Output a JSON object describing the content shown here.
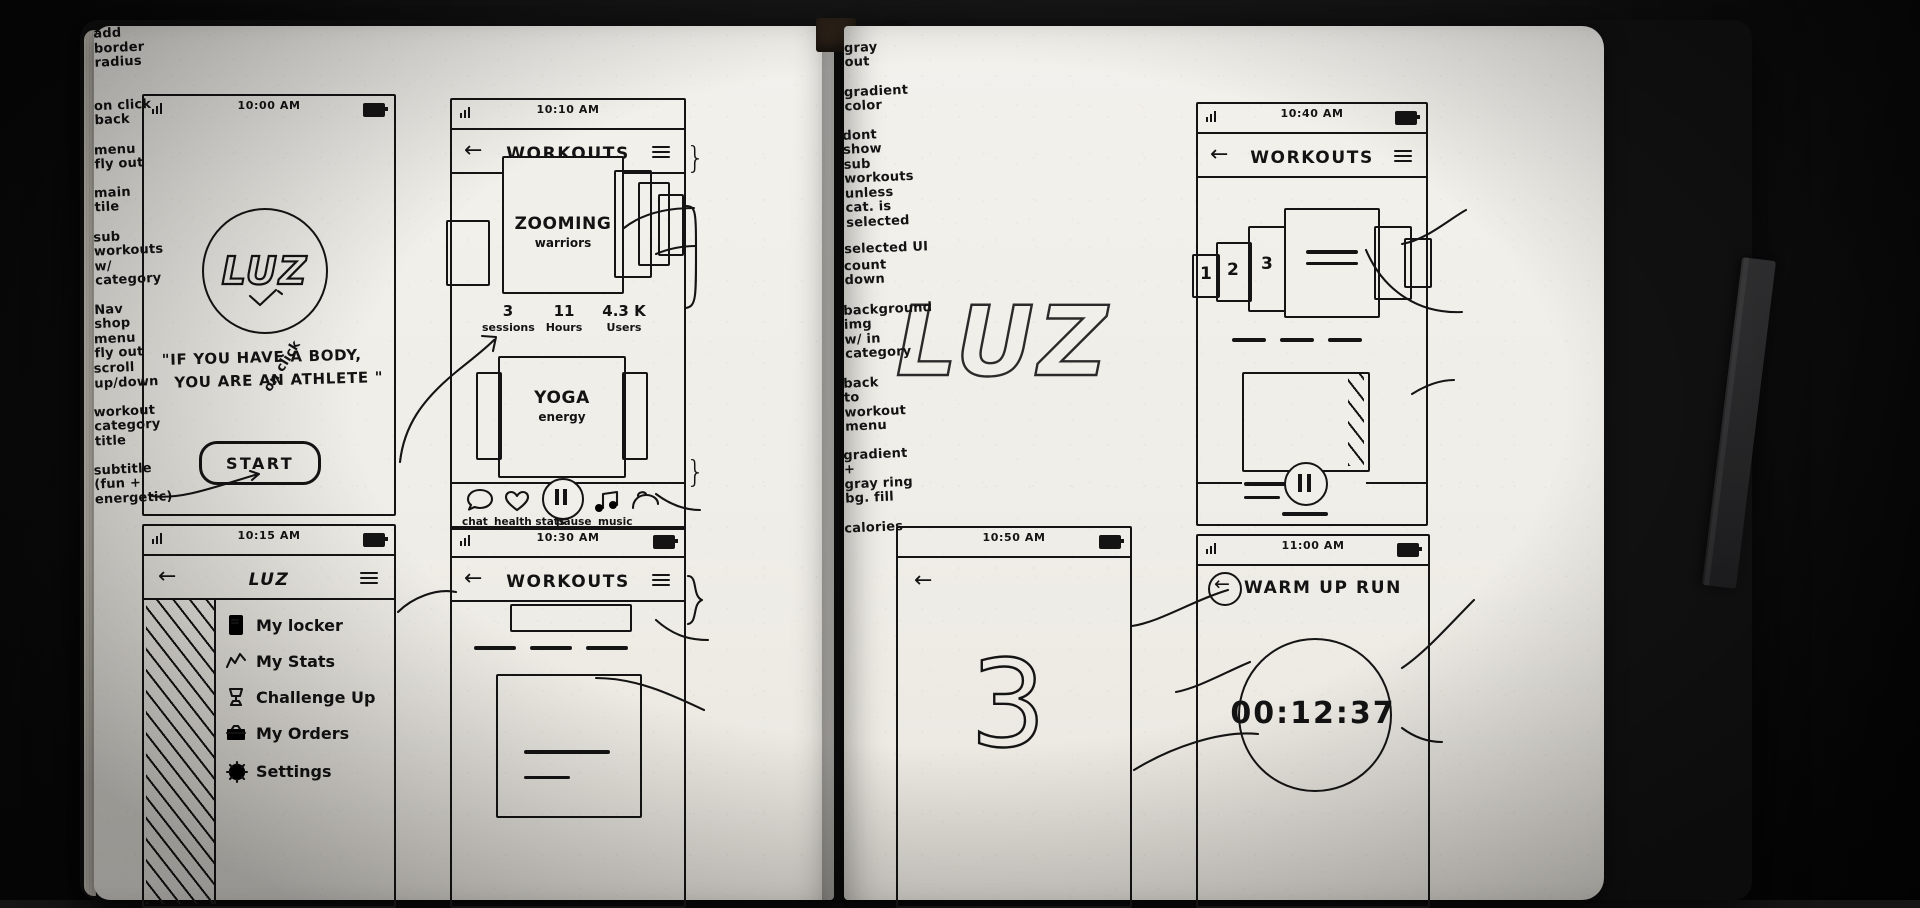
{
  "doc": {
    "title": "LUZ fitness app hand-drawn wireframe sketchbook spread",
    "brand": "LUZ",
    "ink_color": "#141414",
    "paper_color": "#f1efe9"
  },
  "center_logo": {
    "text": "LUZ"
  },
  "screens": [
    {
      "id": "splash",
      "status": {
        "time": "10:00 AM",
        "signal": "signal-bars-icon",
        "battery": "battery-icon"
      },
      "logo_badge": "LUZ",
      "quote_line1": "\"IF YOU HAVE A BODY,",
      "quote_line2": "YOU ARE AN ATHLETE \"",
      "cta": "START"
    },
    {
      "id": "workouts-list",
      "status": {
        "time": "10:10 AM"
      },
      "nav_title": "WORKOUTS",
      "back": "back-arrow-icon",
      "menu": "hamburger-icon",
      "main_tile_title": "ZOOMING",
      "main_tile_sub": "warriors",
      "stats": [
        {
          "value": "3",
          "label": "sessions"
        },
        {
          "value": "11",
          "label": "Hours"
        },
        {
          "value": "4.3 K",
          "label": "Users"
        }
      ],
      "second_tile_title": "YOGA",
      "second_tile_sub": "energy",
      "tabbar": [
        {
          "icon": "chat-bubble-icon",
          "label": "chat"
        },
        {
          "icon": "heart-icon",
          "label": "health stats"
        },
        {
          "icon": "pause-icon",
          "label": "pause"
        },
        {
          "icon": "music-note-icon",
          "label": "music"
        },
        {
          "icon": "shop-bag-icon",
          "label": ""
        }
      ]
    },
    {
      "id": "side-menu",
      "status": {
        "time": "10:15 AM"
      },
      "nav_title": "LUZ",
      "back": "back-arrow-icon",
      "menu": "hamburger-icon",
      "items": [
        {
          "icon": "locker-icon",
          "label": "My locker"
        },
        {
          "icon": "chart-icon",
          "label": "My Stats"
        },
        {
          "icon": "trophy-icon",
          "label": "Challenge Up"
        },
        {
          "icon": "box-icon",
          "label": "My Orders"
        },
        {
          "icon": "gear-icon",
          "label": "Settings"
        }
      ]
    },
    {
      "id": "workout-detail",
      "status": {
        "time": "10:30 AM"
      },
      "nav_title": "WORKOUTS",
      "back": "back-arrow-icon",
      "menu": "hamburger-icon"
    },
    {
      "id": "workouts-carousel",
      "status": {
        "time": "10:40 AM"
      },
      "nav_title": "WORKOUTS",
      "back": "back-arrow-icon",
      "menu": "hamburger-icon",
      "cards": [
        "1",
        "2",
        "3"
      ],
      "pause": "pause-icon"
    },
    {
      "id": "countdown",
      "status": {
        "time": "10:50 AM"
      },
      "back": "back-arrow-icon",
      "count": "3"
    },
    {
      "id": "warm-up-run",
      "status": {
        "time": "11:00 AM"
      },
      "nav_title": "WARM UP RUN",
      "back": "back-circle-arrow-icon",
      "timer": "00:12:37"
    }
  ],
  "annotations": [
    {
      "id": "a-border-radius",
      "text": "add\nborder\nradius"
    },
    {
      "id": "a-onclick",
      "text": "on click\nback"
    },
    {
      "id": "a-onclick-flow",
      "text": "on click"
    },
    {
      "id": "a-menu-flyout",
      "text": "menu\nfly out"
    },
    {
      "id": "a-main-tile",
      "text": "main\ntile"
    },
    {
      "id": "a-sub-workouts",
      "text": "sub\nworkouts\nw/\ncategory"
    },
    {
      "id": "a-nav",
      "text": "Nav"
    },
    {
      "id": "a-shop",
      "text": "shop"
    },
    {
      "id": "a-menu-flyout-2",
      "text": "menu\nfly out"
    },
    {
      "id": "a-scroll",
      "text": "scroll up/down"
    },
    {
      "id": "a-workout-cat-title",
      "text": "workout\ncategory\ntitle"
    },
    {
      "id": "a-subtitle",
      "text": "subtitle\n(fun +\nenergetic)"
    },
    {
      "id": "a-gray-out",
      "text": "gray\nout"
    },
    {
      "id": "a-gradient-color",
      "text": "gradient\ncolor"
    },
    {
      "id": "a-dont-show",
      "text": "dont\nshow\nsub workouts\nunless\ncat. is\nselected"
    },
    {
      "id": "a-selected-ui",
      "text": "selected UI"
    },
    {
      "id": "a-background-img",
      "text": "background\nimg\nw/ in\ncategory"
    },
    {
      "id": "a-back-to-menu",
      "text": "back\nto workout\nmenu"
    },
    {
      "id": "a-count-down",
      "text": "count\ndown"
    },
    {
      "id": "a-gradient-gray",
      "text": "gradient\n+\ngray ring\nbg. fill"
    },
    {
      "id": "a-calories",
      "text": "calories"
    }
  ]
}
